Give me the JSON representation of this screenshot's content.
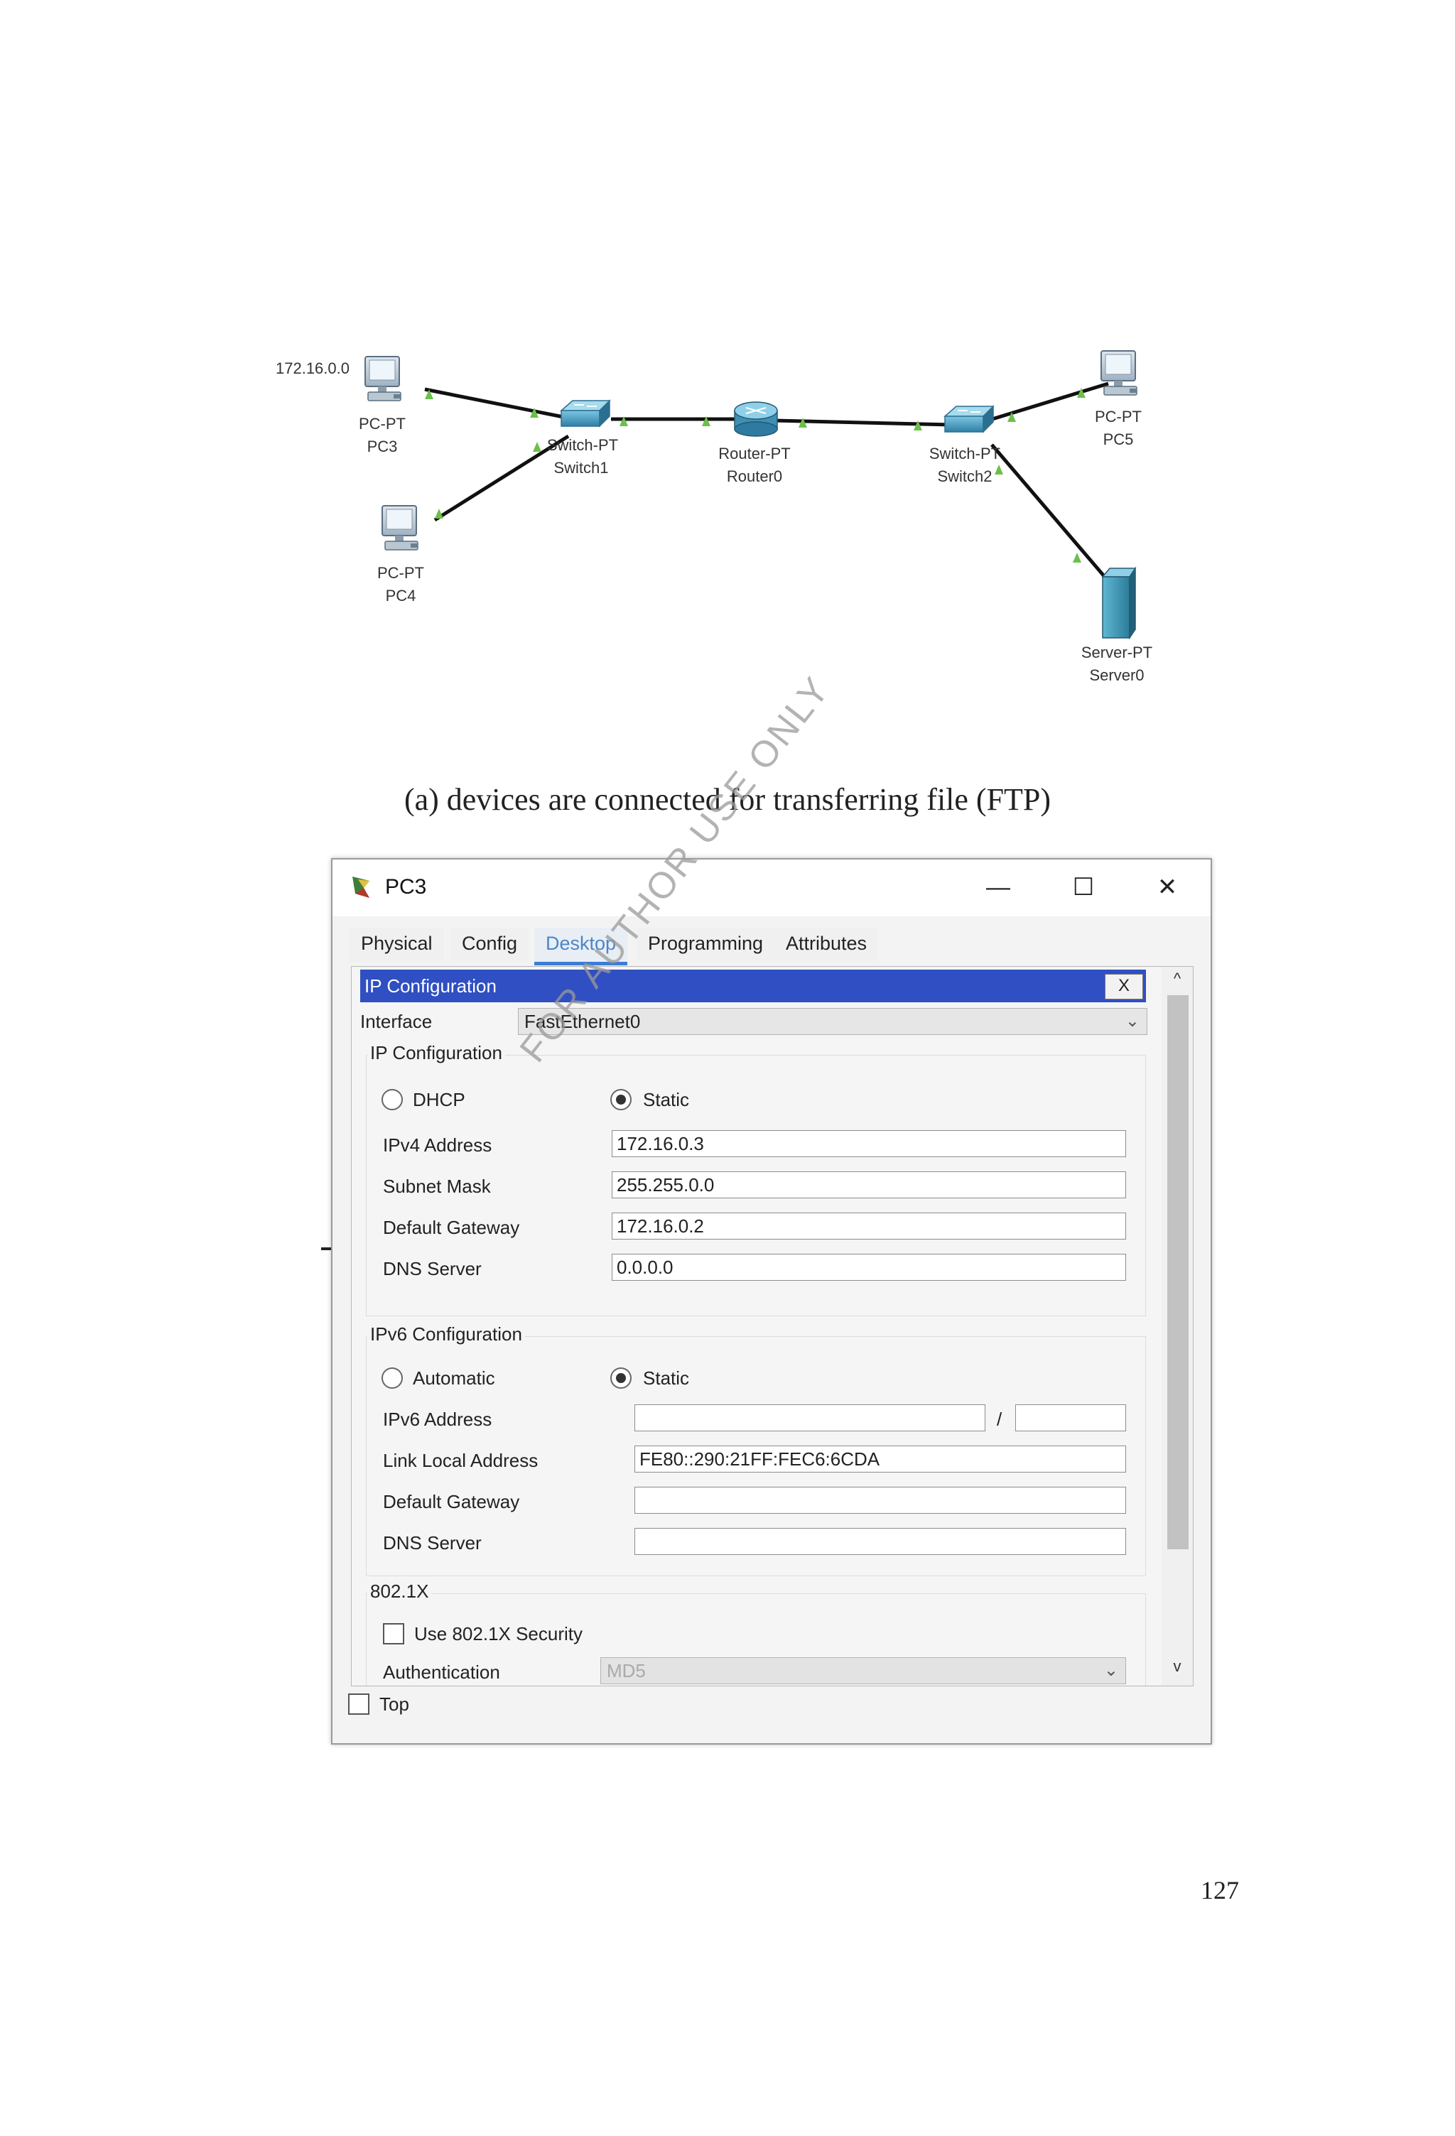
{
  "diagram": {
    "network_label": "172.16.0.0",
    "devices": {
      "pc3": {
        "type": "PC-PT",
        "name": "PC3"
      },
      "pc4": {
        "type": "PC-PT",
        "name": "PC4"
      },
      "switch1": {
        "type": "Switch-PT",
        "name": "Switch1"
      },
      "router0": {
        "type": "Router-PT",
        "name": "Router0"
      },
      "switch2": {
        "type": "Switch-PT",
        "name": "Switch2"
      },
      "pc5": {
        "type": "PC-PT",
        "name": "PC5"
      },
      "server0": {
        "type": "Server-PT",
        "name": "Server0"
      }
    }
  },
  "caption": "(a) devices are connected for transferring file (FTP)",
  "window": {
    "title": "PC3",
    "controls": {
      "minimize": "—",
      "maximize": "☐",
      "close": "✕"
    },
    "tabs": [
      {
        "label": "Physical",
        "active": false
      },
      {
        "label": "Config",
        "active": false
      },
      {
        "label": "Desktop",
        "active": true
      },
      {
        "label": "Programming",
        "active": false
      },
      {
        "label": "Attributes",
        "active": false
      }
    ],
    "ip_config_bar": {
      "title": "IP Configuration",
      "close_label": "X"
    },
    "interface": {
      "label": "Interface",
      "value": "FastEthernet0"
    },
    "ipv4": {
      "group_title": "IP Configuration",
      "dhcp_label": "DHCP",
      "static_label": "Static",
      "mode": "Static",
      "fields": {
        "ipv4_address": {
          "label": "IPv4 Address",
          "value": "172.16.0.3"
        },
        "subnet_mask": {
          "label": "Subnet Mask",
          "value": "255.255.0.0"
        },
        "default_gateway": {
          "label": "Default Gateway",
          "value": "172.16.0.2"
        },
        "dns_server": {
          "label": "DNS Server",
          "value": "0.0.0.0"
        }
      }
    },
    "ipv6": {
      "group_title": "IPv6 Configuration",
      "automatic_label": "Automatic",
      "static_label": "Static",
      "mode": "Static",
      "slash": "/",
      "fields": {
        "ipv6_address": {
          "label": "IPv6 Address",
          "value": "",
          "prefix": ""
        },
        "link_local": {
          "label": "Link Local Address",
          "value": "FE80::290:21FF:FEC6:6CDA"
        },
        "default_gateway": {
          "label": "Default Gateway",
          "value": ""
        },
        "dns_server": {
          "label": "DNS Server",
          "value": ""
        }
      }
    },
    "dot1x": {
      "group_title": "802.1X",
      "use_security_label": "Use 802.1X Security",
      "use_security_checked": false,
      "authentication_label": "Authentication",
      "authentication_value": "MD5"
    },
    "scrollbar": {
      "up": "^",
      "down": "v"
    },
    "top_checkbox": {
      "label": "Top",
      "checked": false
    }
  },
  "watermark": "FOR AUTHOR USE ONLY",
  "page_number": "127",
  "colors": {
    "ip_bar": "#2f4fc2",
    "active_tab": "#4a86c8",
    "link_light": "#6cc04a",
    "switch_blue": "#4aa3c9",
    "server_teal": "#3f9cb8"
  }
}
